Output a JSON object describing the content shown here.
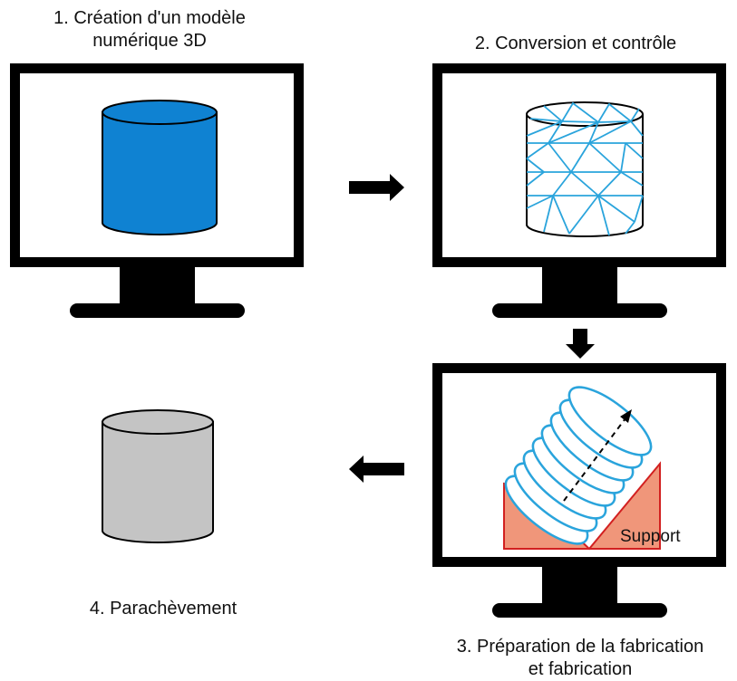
{
  "steps": {
    "step1": {
      "line1": "1. Création d'un modèle",
      "line2": "numérique 3D"
    },
    "step2": {
      "title": "2. Conversion et contrôle"
    },
    "step3": {
      "line1": "3. Préparation de la fabrication",
      "line2": "et fabrication",
      "support_label": "Support"
    },
    "step4": {
      "title": "4. Parachèvement"
    }
  },
  "colors": {
    "model_fill": "#0f82d2",
    "mesh_line": "#2aa4dc",
    "support_fill": "#f0967a",
    "support_outline": "#d22020",
    "finished_fill": "#c4c4c4",
    "monitor": "#000000"
  },
  "icons": [
    "arrow-right-icon",
    "arrow-down-icon",
    "arrow-left-icon"
  ]
}
